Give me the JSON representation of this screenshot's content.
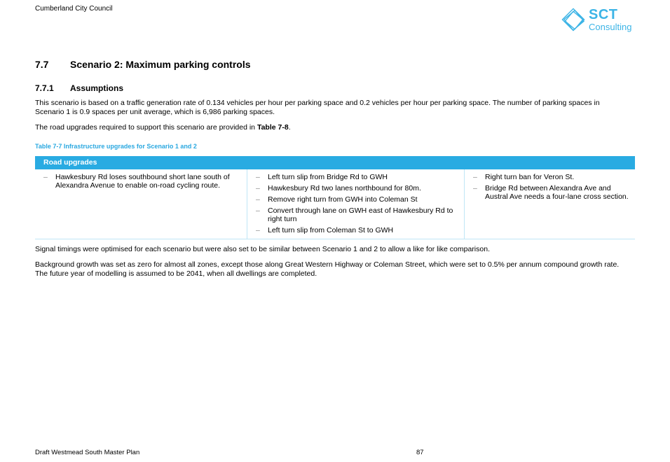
{
  "header": {
    "org": "Cumberland City Council"
  },
  "logo": {
    "line1": "SCT",
    "line2": "Consulting",
    "color": "#3cb4e6"
  },
  "section": {
    "number": "7.7",
    "title": "Scenario 2: Maximum parking controls"
  },
  "subsection": {
    "number": "7.7.1",
    "title": "Assumptions"
  },
  "paragraphs": {
    "p1": "This scenario is based on a traffic generation rate of 0.134 vehicles per hour per parking space and 0.2 vehicles per hour per parking space. The number of parking spaces in Scenario 1 is 0.9 spaces per unit average, which is 6,986 parking spaces.",
    "p2_prefix": "The road upgrades required to support this scenario are provided in ",
    "p2_ref": "Table 7-8",
    "p2_suffix": ".",
    "p3": "Signal timings were optimised for each scenario but were also set to be similar between Scenario 1 and 2 to allow a like for like comparison.",
    "p4": "Background growth was set as zero for almost all zones, except those along Great Western Highway or Coleman Street, which were set to 0.5% per annum compound growth rate. The future year of modelling is assumed to be 2041, when all dwellings are completed."
  },
  "table": {
    "caption": "Table 7-7 Infrastructure upgrades for Scenario 1 and 2",
    "header": "Road upgrades",
    "header_color": "#29abe2",
    "bullet": "–",
    "col1": [
      "Hawkesbury Rd loses southbound short lane south of Alexandra Avenue to enable on-road cycling route."
    ],
    "col2": [
      "Left turn slip from Bridge Rd to GWH",
      "Hawkesbury Rd two lanes northbound for 80m.",
      "Remove right turn from GWH into Coleman St",
      "Convert through lane on GWH east of Hawkesbury Rd to right turn",
      "Left turn slip from Coleman St to GWH"
    ],
    "col3": [
      "Right turn ban for Veron St.",
      "Bridge Rd between Alexandra Ave and Austral Ave needs a four-lane cross section."
    ]
  },
  "footer": {
    "doc_title": "Draft Westmead South Master Plan",
    "page": "87"
  }
}
